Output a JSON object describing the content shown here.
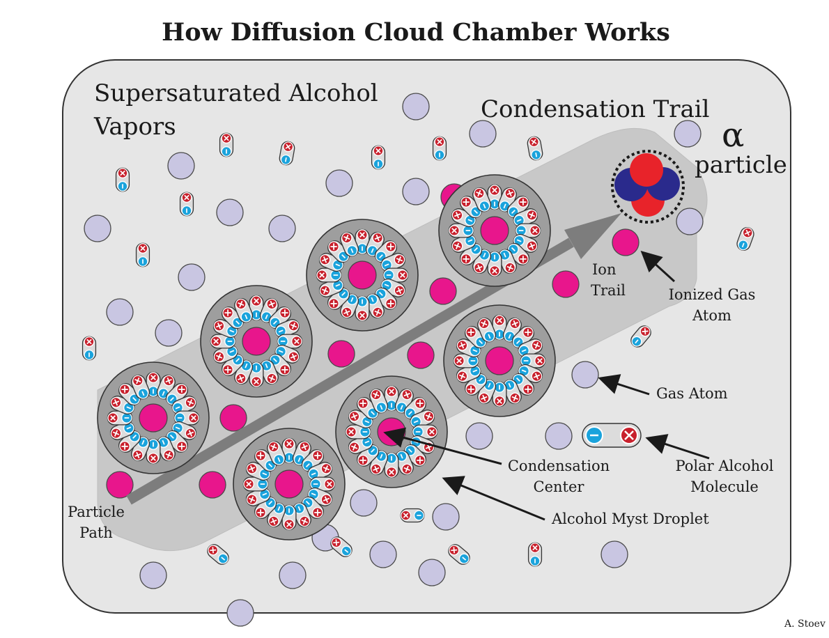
{
  "title": "How Diffusion Cloud Chamber Works",
  "credit": "A. Stoev",
  "labels": {
    "vapors_line1": "Supersaturated Alcohol",
    "vapors_line2": "Vapors",
    "trail": "Condensation Trail",
    "alpha_symbol": "α",
    "alpha_word": "particle",
    "ion_trail_line1": "Ion",
    "ion_trail_line2": "Trail",
    "ionized_line1": "Ionized Gas",
    "ionized_line2": "Atom",
    "gas_atom": "Gas Atom",
    "polar_line1": "Polar Alcohol",
    "polar_line2": "Molecule",
    "center_line1": "Condensation",
    "center_line2": "Center",
    "droplet": "Alcohol Myst Droplet",
    "path_line1": "Particle",
    "path_line2": "Path"
  },
  "colors": {
    "chamber_fill": "#e6e6e6",
    "trail_fill": "#c8c8c8",
    "gas_atom": "#c9c6e2",
    "ionized_atom": "#e8168c",
    "droplet_fill": "#9e9e9e",
    "positive_charge": "#c8202c",
    "negative_charge": "#1aa3dc",
    "proton": "#e8232a",
    "neutron": "#2a2a8c",
    "arrow": "#7d7d7d"
  }
}
